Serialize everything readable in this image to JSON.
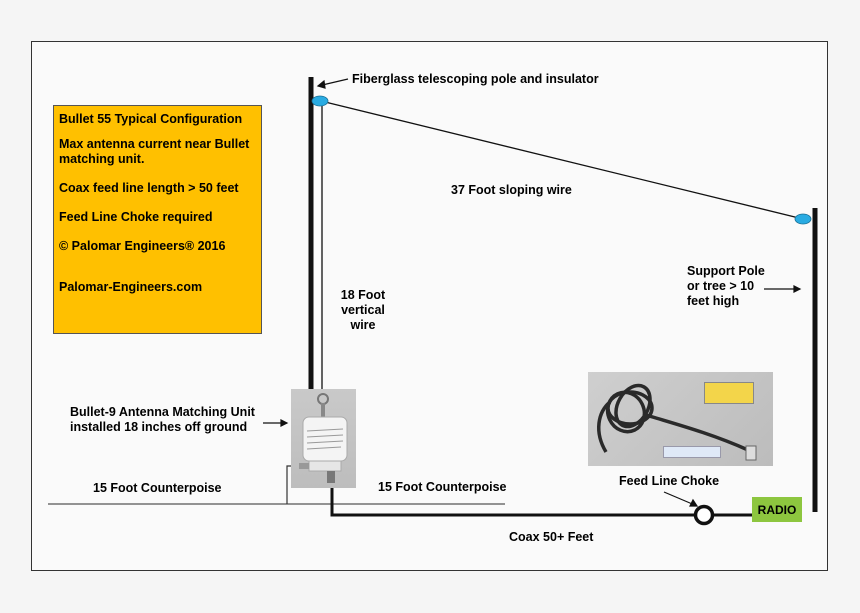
{
  "info_box": {
    "title": "Bullet 55 Typical Configuration",
    "line1": "Max antenna current near Bullet matching unit.",
    "line2": "Coax feed line length > 50 feet",
    "line3": "Feed Line Choke required",
    "line4": "© Palomar Engineers® 2016",
    "line5": "Palomar-Engineers.com"
  },
  "labels": {
    "pole": "Fiberglass telescoping pole and insulator",
    "sloping_wire": "37 Foot sloping wire",
    "vertical_wire_1": "18 Foot",
    "vertical_wire_2": "vertical",
    "vertical_wire_3": "wire",
    "support_1": "Support Pole",
    "support_2": "or tree > 10",
    "support_3": "feet high",
    "unit_1": "Bullet-9 Antenna Matching Unit",
    "unit_2": "installed 18 inches off ground",
    "counterpoise_left": "15 Foot Counterpoise",
    "counterpoise_right": "15 Foot Counterpoise",
    "choke": "Feed Line Choke",
    "coax": "Coax 50+ Feet",
    "radio": "RADIO"
  },
  "colors": {
    "info_bg": "#ffc000",
    "insulator": "#29abe2",
    "radio_bg": "#8dc63f"
  }
}
